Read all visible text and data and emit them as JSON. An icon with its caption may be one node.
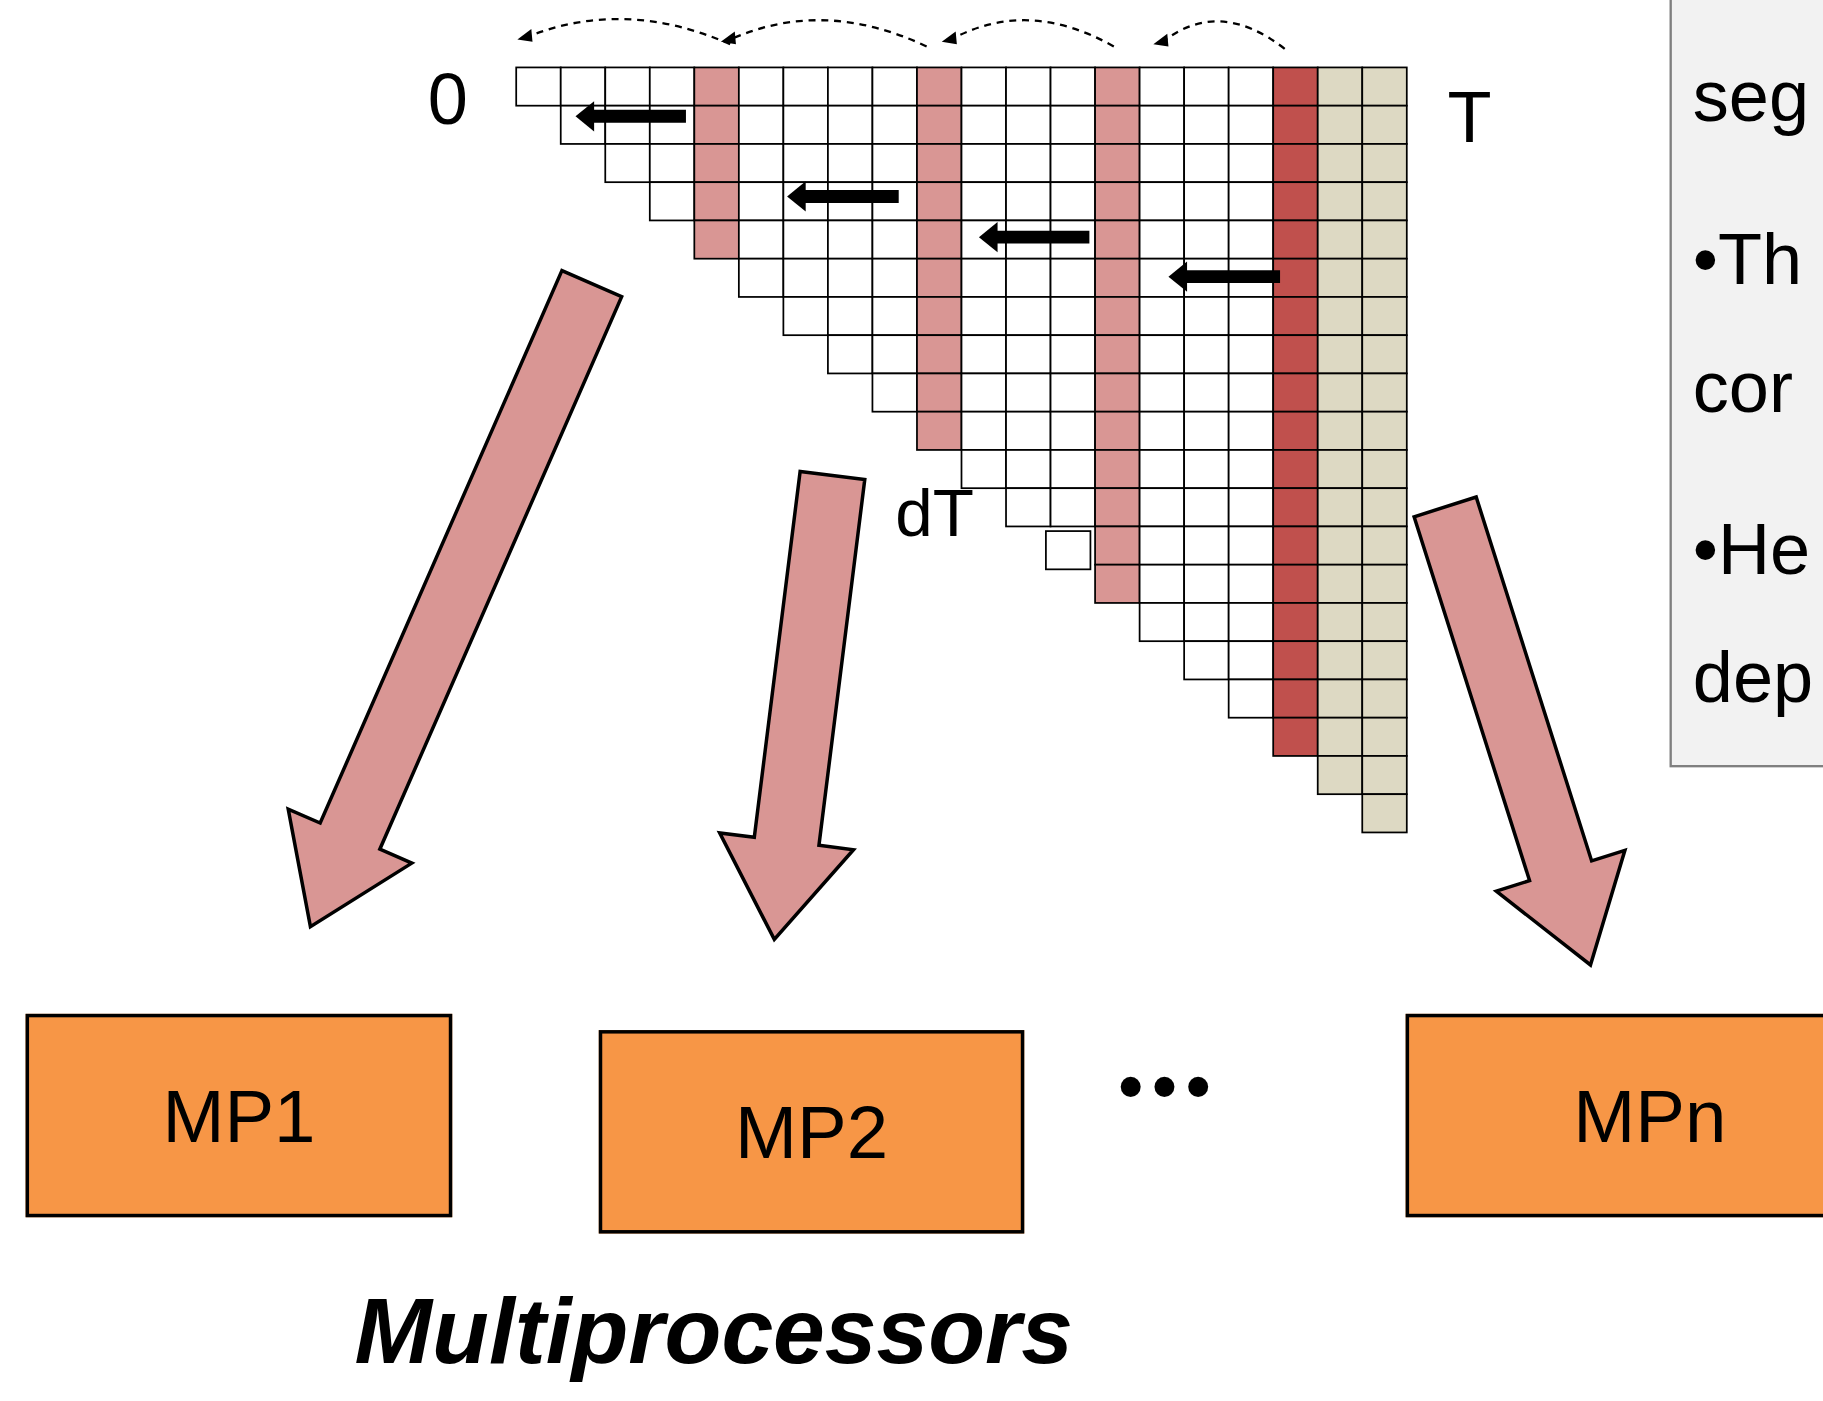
{
  "diagram": {
    "caption": "Multiprocessors",
    "nodes": [
      {
        "text": [],
        "shape": "picture"
      },
      {
        "text": [
          "MP1"
        ]
      },
      {
        "text": [
          "MP2"
        ]
      },
      {
        "text": [
          "MPn"
        ]
      },
      {
        "text": [
          "seg",
          "•Th cor",
          "•He dep"
        ]
      }
    ],
    "edges": [
      {
        "from": 0,
        "to": 1,
        "arrow": "to",
        "style": "thick"
      },
      {
        "from": 0,
        "to": 2,
        "arrow": "to",
        "style": "thick"
      },
      {
        "from": 0,
        "to": 3,
        "arrow": "to",
        "style": "thick"
      }
    ],
    "labels": [
      "0",
      "T",
      "dT",
      "•••"
    ]
  }
}
